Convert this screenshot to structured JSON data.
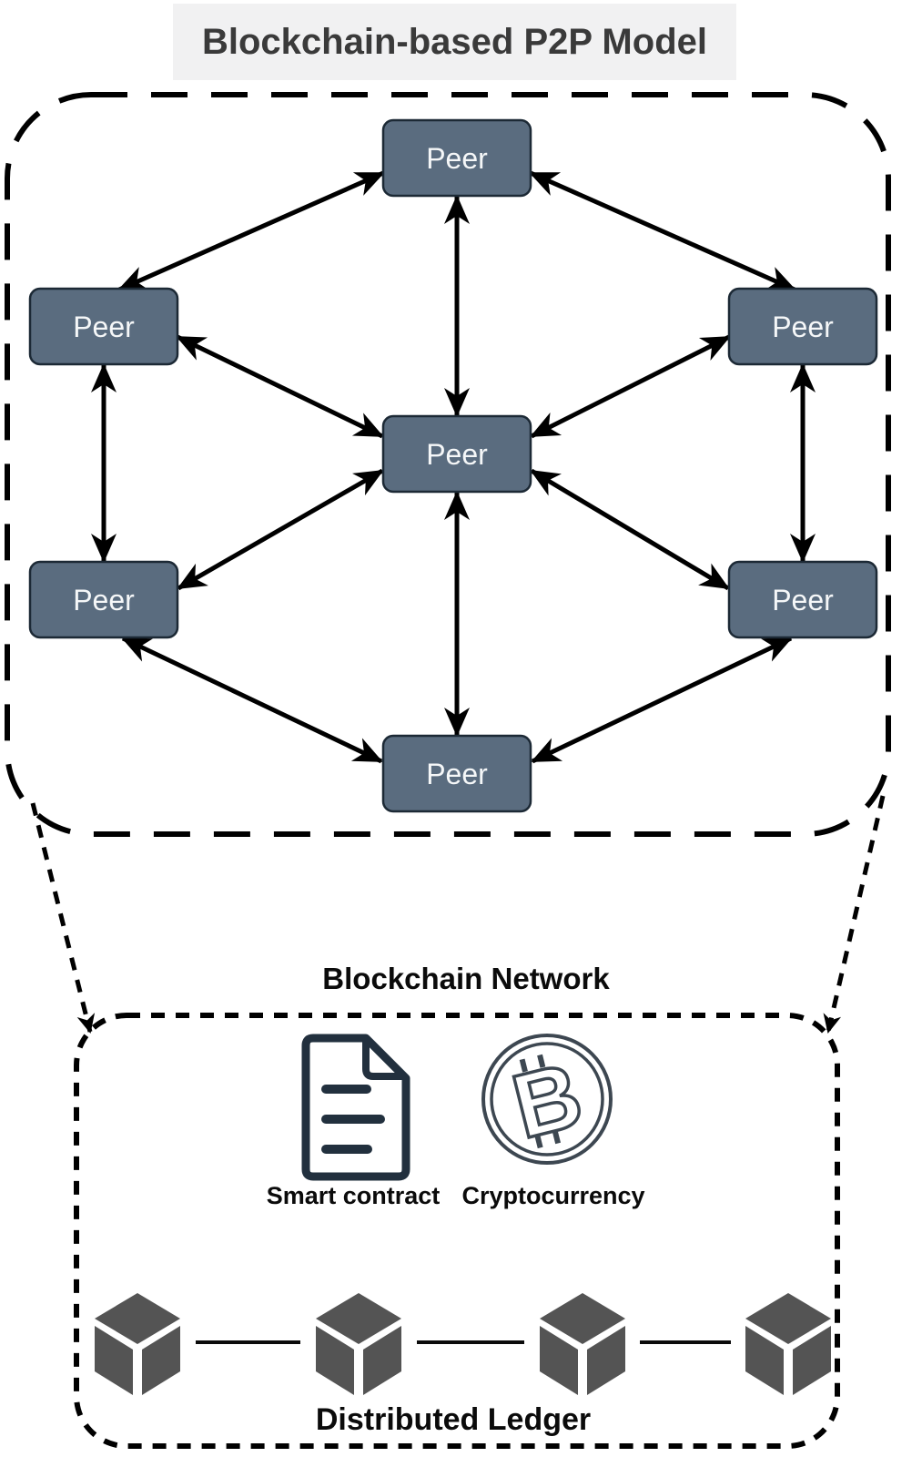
{
  "title": "Blockchain-based P2P Model",
  "p2p_network": {
    "nodes": [
      {
        "id": "peer-top",
        "label": "Peer"
      },
      {
        "id": "peer-upper-left",
        "label": "Peer"
      },
      {
        "id": "peer-upper-right",
        "label": "Peer"
      },
      {
        "id": "peer-center",
        "label": "Peer"
      },
      {
        "id": "peer-lower-left",
        "label": "Peer"
      },
      {
        "id": "peer-lower-right",
        "label": "Peer"
      },
      {
        "id": "peer-bottom",
        "label": "Peer"
      }
    ],
    "connections": "fully meshed bidirectional arrows between adjacent peers (12 double-headed links)"
  },
  "blockchain_network": {
    "label": "Blockchain Network",
    "smart_contract": {
      "label": "Smart contract",
      "icon": "document-icon"
    },
    "cryptocurrency": {
      "label": "Cryptocurrency",
      "icon": "bitcoin-coin-icon"
    },
    "distributed_ledger": {
      "label": "Distributed Ledger",
      "icon": "cube-block-icon",
      "block_count": 4
    }
  },
  "colors": {
    "peer_fill": "#5a6c7f",
    "peer_border": "#1c2935",
    "peer_text": "#f5f7f8",
    "line_black": "#000000",
    "document_icon_navy": "#22303e",
    "bitcoin_icon_slate": "#3d4751",
    "cube_gray": "#545454",
    "title_background": "#f1f1f2",
    "title_text": "#3a3a3a"
  }
}
